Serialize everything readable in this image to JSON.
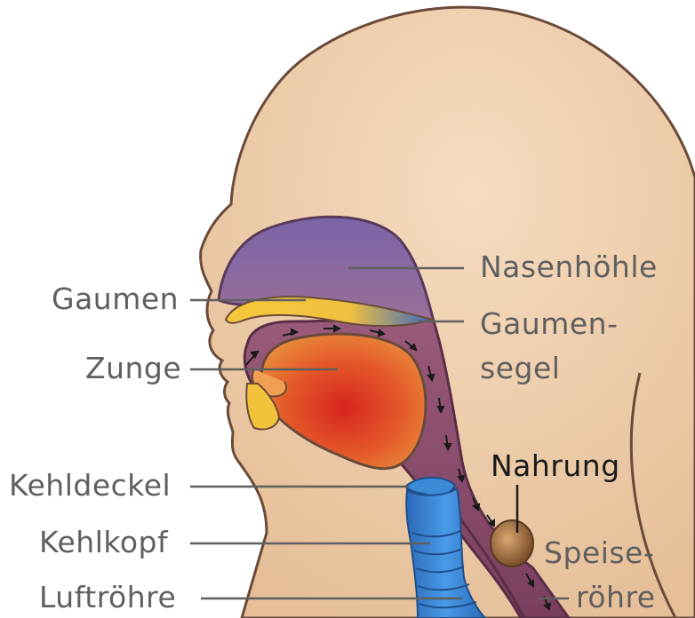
{
  "labels": {
    "nasenhoehle": "Nasenhöhle",
    "gaumen": "Gaumen",
    "gaumensegel_1": "Gaumen-",
    "gaumensegel_2": "segel",
    "zunge": "Zunge",
    "nahrung": "Nahrung",
    "kehldeckel": "Kehldeckel",
    "kehlkopf": "Kehlkopf",
    "speiseroehre_1": "Speise-",
    "speiseroehre_2": "röhre",
    "luftroehre": "Luftröhre"
  },
  "colors": {
    "skin": "#e8c4a0",
    "outline": "#6b4a3a",
    "nasal_cavity": "#8a6aa0",
    "pharynx": "#8a4a6a",
    "palate": "#f2c23a",
    "soft_palate": "#4a7ac0",
    "tongue": "#e0502a",
    "trachea": "#3a8ad8",
    "food": "#9a6a3a",
    "label_text": "#5f5f5f",
    "label_highlight": "#1a1a1a"
  }
}
